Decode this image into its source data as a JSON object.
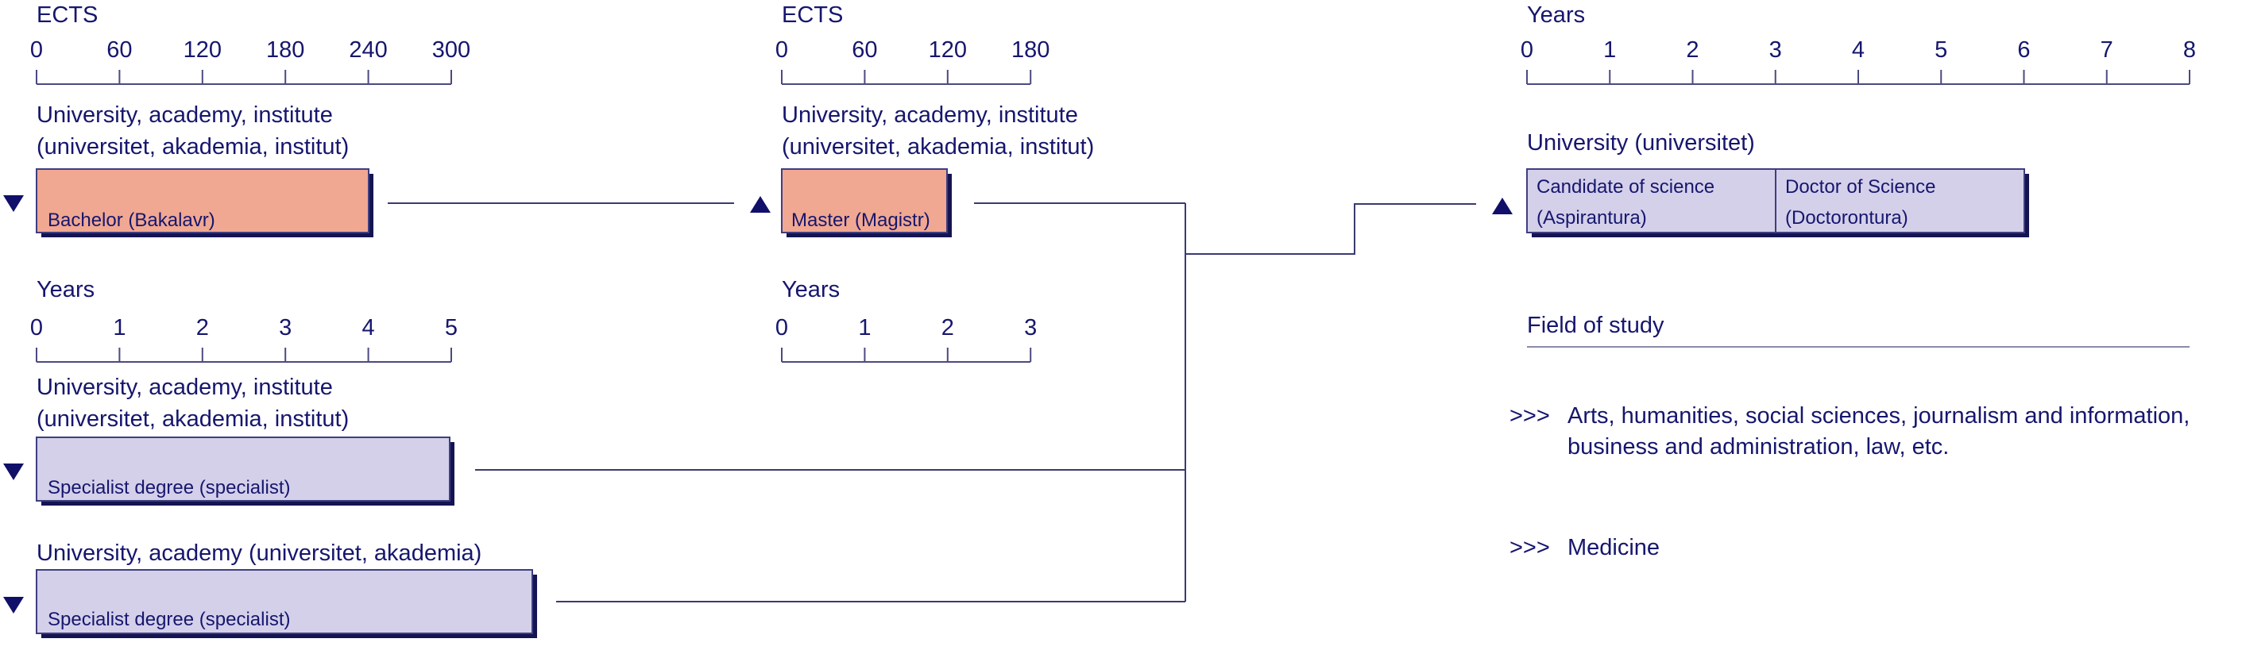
{
  "colors": {
    "text": "#16166e",
    "salmon_fill": "#f0a892",
    "lavender_fill": "#d4d0ea",
    "box_border": "#3e3e80",
    "shadow": "#141452",
    "marker": "#10106a"
  },
  "scales": {
    "ects_300": {
      "title": "ECTS",
      "ticks": [
        "0",
        "60",
        "120",
        "180",
        "240",
        "300"
      ]
    },
    "ects_180": {
      "title": "ECTS",
      "ticks": [
        "0",
        "60",
        "120",
        "180"
      ]
    },
    "years_5": {
      "title": "Years",
      "ticks": [
        "0",
        "1",
        "2",
        "3",
        "4",
        "5"
      ]
    },
    "years_3": {
      "title": "Years",
      "ticks": [
        "0",
        "1",
        "2",
        "3"
      ]
    },
    "years_8": {
      "title": "Years",
      "ticks": [
        "0",
        "1",
        "2",
        "3",
        "4",
        "5",
        "6",
        "7",
        "8"
      ]
    }
  },
  "institutions": {
    "bachelor_inst": [
      "University, academy, institute",
      "(universitet, akademia, institut)"
    ],
    "master_inst": [
      "University, academy, institute",
      "(universitet, akademia, institut)"
    ],
    "specialist_inst": [
      "University, academy, institute",
      "(universitet, akademia, institut)"
    ],
    "medical_inst": [
      "University, academy (universitet, akademia)"
    ],
    "doctoral_inst": [
      "University (universitet)"
    ]
  },
  "programmes": {
    "bachelor": {
      "label": "Bachelor (Bakalavr)",
      "ects": 240,
      "field": "general"
    },
    "master": {
      "label": "Master (Magistr)",
      "ects": 120,
      "field": "general"
    },
    "specialist_general": {
      "label": "Specialist degree (specialist)",
      "years": 5,
      "field": "general"
    },
    "specialist_medicine": {
      "label": "Specialist degree (specialist)",
      "years": 6,
      "field": "medicine"
    },
    "candidate": {
      "label_lines": [
        "Candidate of science",
        "(Aspirantura)"
      ],
      "years": 3,
      "field": "doctoral"
    },
    "doctor": {
      "label_lines": [
        "Doctor of Science",
        "(Doctorontura)"
      ],
      "years": 3,
      "field": "doctoral"
    }
  },
  "legend": {
    "title": "Field of study",
    "items": [
      {
        "marker": ">>>",
        "lines": [
          "Arts, humanities, social sciences, journalism and information,",
          "business and administration, law, etc."
        ]
      },
      {
        "marker": ">>>",
        "lines": [
          "Medicine"
        ]
      }
    ]
  },
  "markers": {
    "down": "down-triangle-icon",
    "up": "up-triangle-icon"
  }
}
